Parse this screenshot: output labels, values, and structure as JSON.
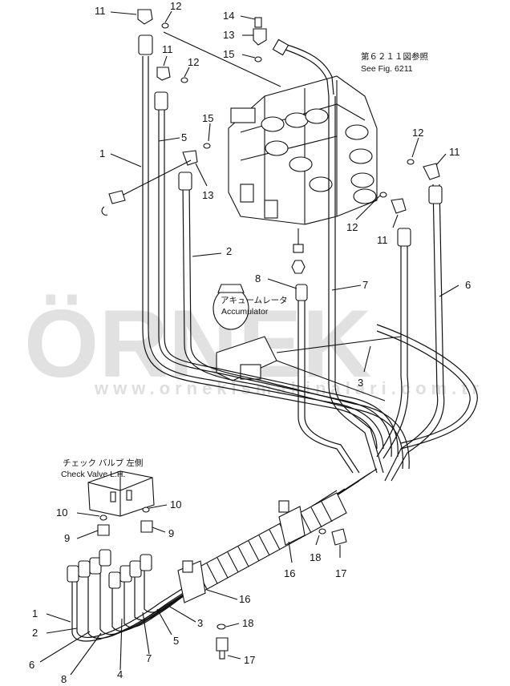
{
  "watermark": {
    "main": "ÖRNEK",
    "sub": "www.ornekismakinalari.com.tr"
  },
  "notes": {
    "see_fig_jp": "第６２１１図参照",
    "see_fig_en": "See Fig. 6211",
    "accumulator_jp": "アキュームレータ",
    "accumulator_en": "Accumulator",
    "check_valve_jp": "チェック バルブ 左側",
    "check_valve_en": "Check Valve L.H."
  },
  "callouts": {
    "c11a": "11",
    "c12a": "12",
    "c14": "14",
    "c13a": "13",
    "c15a": "15",
    "c11b": "11",
    "c12b": "12",
    "c15b": "15",
    "c5a": "5",
    "c1a": "1",
    "c13b": "13",
    "c12c": "12",
    "c11c": "11",
    "c12d": "12",
    "c11d": "11",
    "c2a": "2",
    "c8a": "8",
    "c7a": "7",
    "c6a": "6",
    "c3a": "3",
    "c10a": "10",
    "c10b": "10",
    "c9a": "9",
    "c9b": "9",
    "c18a": "18",
    "c17a": "17",
    "c16a": "16",
    "c16b": "16",
    "c1b": "1",
    "c2b": "2",
    "c3b": "3",
    "c18b": "18",
    "c5b": "5",
    "c6b": "6",
    "c4": "4",
    "c7b": "7",
    "c17b": "17",
    "c8b": "8"
  }
}
